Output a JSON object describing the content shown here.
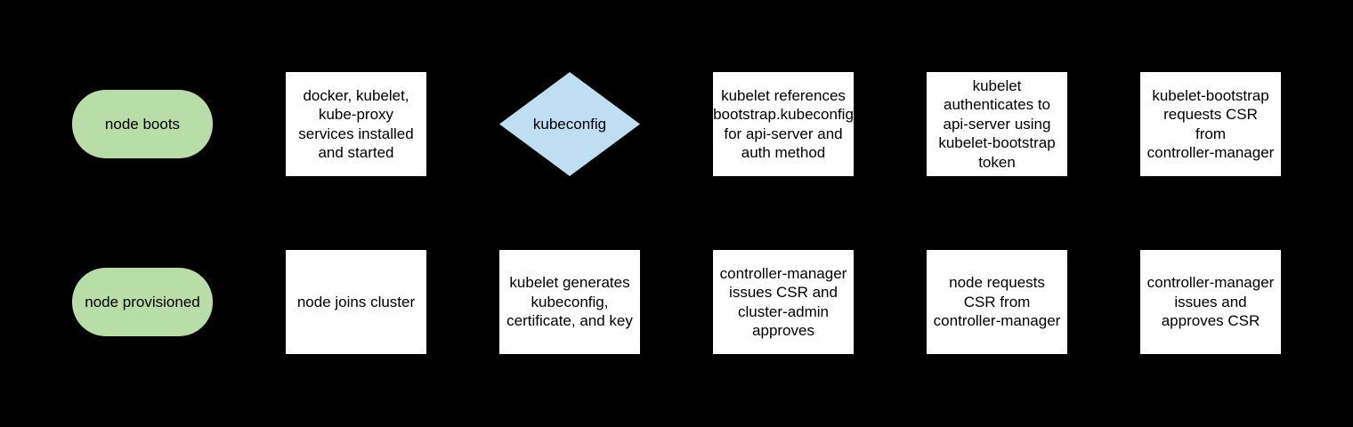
{
  "diagram": {
    "title_hint": "kubernetes node bootstrap flowchart",
    "background": "#000000",
    "text_color": "#000000",
    "shapes": {
      "terminator_fill": "#b8dda6",
      "process_fill": "#ffffff",
      "decision_fill": "#bfdef2"
    },
    "rows": [
      {
        "nodes": [
          {
            "type": "terminator",
            "label": "node boots"
          },
          {
            "type": "process",
            "label": "docker, kubelet,\nkube-proxy\nservices installed\nand started"
          },
          {
            "type": "decision",
            "label": "kubeconfig"
          },
          {
            "type": "process",
            "label": "kubelet references\nbootstrap.kubeconfig\nfor api-server and\nauth method"
          },
          {
            "type": "process",
            "label": "kubelet\nauthenticates to\napi-server using\nkubelet-bootstrap\ntoken"
          },
          {
            "type": "process",
            "label": "kubelet-bootstrap\nrequests CSR\nfrom\ncontroller-manager"
          }
        ]
      },
      {
        "nodes": [
          {
            "type": "terminator",
            "label": "node provisioned"
          },
          {
            "type": "process",
            "label": "node joins cluster"
          },
          {
            "type": "process",
            "label": "kubelet generates\nkubeconfig,\ncertificate, and key"
          },
          {
            "type": "process",
            "label": "controller-manager\nissues CSR and\ncluster-admin\napproves"
          },
          {
            "type": "process",
            "label": "node requests\nCSR from\ncontroller-manager"
          },
          {
            "type": "process",
            "label": "controller-manager\nissues and\napproves CSR"
          }
        ]
      }
    ]
  }
}
